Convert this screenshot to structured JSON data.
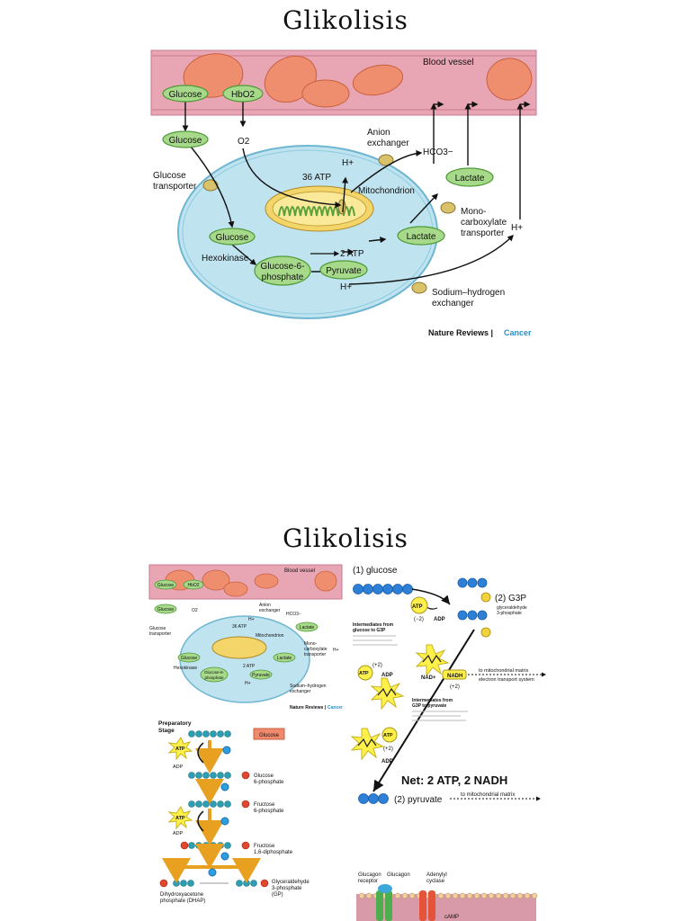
{
  "slide1": {
    "title": "Glikolisis",
    "blood_vessel": "Blood vessel",
    "glucose_vessel": "Glucose",
    "hbo2": "HbO2",
    "glucose_out": "Glucose",
    "o2": "O2",
    "glucose_transporter": [
      "Glucose",
      "transporter"
    ],
    "atp36": "36 ATP",
    "mitochondrion": "Mitochondrion",
    "hplus_top": "H+",
    "anion_exchanger": [
      "Anion",
      "exchanger"
    ],
    "hco3": "HCO3−",
    "lactate_top": "Lactate",
    "mct": [
      "Mono-",
      "carboxylate",
      "transporter"
    ],
    "hplus_right": "H+",
    "glucose_in": "Glucose",
    "hexokinase": "Hexokinase",
    "g6p": [
      "Glucose-6-",
      "phosphate"
    ],
    "atp2": "2 ATP",
    "pyruvate": "Pyruvate",
    "lactate_in": "Lactate",
    "hplus_bottom": "H+",
    "nhe": [
      "Sodium–hydrogen",
      "exchanger"
    ],
    "credit_source": "Nature Reviews |",
    "credit_journal": "Cancer"
  },
  "slide2": {
    "title": "Glikolisis",
    "step1": "(1) glucose",
    "step2": "(2) G3P",
    "g3p_sub": [
      "glyceraldehyde",
      "3-phosphate"
    ],
    "atp": "ATP",
    "minus2": "(−2)",
    "adp": "ADP",
    "intermediates1": [
      "Intermediates from",
      "glucose to G3P"
    ],
    "plus2": "(+2)",
    "nad": "NAD+",
    "nadh": "NADH",
    "to_matrix_ets": [
      "to mitochondrial matrix",
      "electron transport system"
    ],
    "intermediates2": [
      "Intermediates from",
      "G3P to pyruvate"
    ],
    "net": "Net: 2 ATP, 2 NADH",
    "pyruvate": "(2) pyruvate",
    "to_matrix": "to mitochondrial matrix",
    "prep_stage": [
      "Preparatory",
      "Stage"
    ],
    "glucose_box": "Glucose",
    "glucose6p": [
      "Glucose",
      "6-phosphate"
    ],
    "fructose6p": [
      "Fructose",
      "6-phosphate"
    ],
    "fructose16": [
      "Fructose",
      "1,6-diphosphate"
    ],
    "dhap": [
      "Dihydroxyacetone",
      "phosphate (DHAP)"
    ],
    "gap": [
      "Glyceraldehyde",
      "3-phosphate",
      "(GP)"
    ],
    "glucagon_receptor": [
      "Glucagon",
      "receptor"
    ],
    "glucagon": "Glucagon",
    "adenylyl_cyclase": [
      "Adenylyl",
      "cyclase"
    ],
    "camp": "cAMP"
  },
  "colors": {
    "vessel": "#e8a6b4",
    "rbc": "#ef8e6e",
    "cell": "#bfe3ef",
    "node": "#a7d98a",
    "glucose_bead": "#2e7fd6",
    "phosphate": "#e0472c",
    "atp_star": "#fff04a",
    "arrow": "#e8a020"
  }
}
